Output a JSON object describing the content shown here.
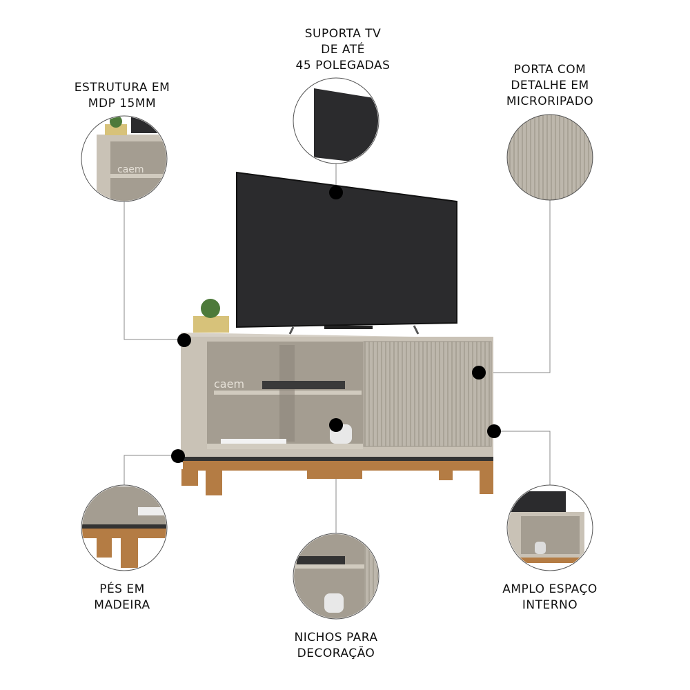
{
  "callouts": {
    "tv_support": "SUPORTA TV\nDE ATÉ\n45 POLEGADAS",
    "structure": "ESTRUTURA EM\nMDP 15MM",
    "door": "PORTA COM\nDETALHE EM\nMICRORIPADO",
    "feet": "PÉS EM\nMADEIRA",
    "niches": "NICHOS PARA\nDECORAÇÃO",
    "space": "AMPLO ESPAÇO\nINTERNO"
  },
  "brand_marking": "caem",
  "colors": {
    "cabinet": "#c9c2b6",
    "door": "#bdb7ac",
    "wood": "#b47c44",
    "tv": "#2b2b2d",
    "dot": "#000000"
  }
}
